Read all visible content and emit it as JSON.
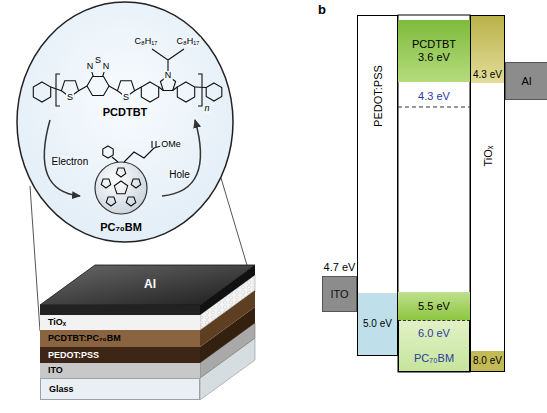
{
  "diagram": {
    "nodes": [
      {
        "text": [
          "PCDTBT"
        ]
      },
      {
        "text": [
          "PC₇₀BM"
        ]
      },
      {
        "text": [
          "Al"
        ]
      },
      {
        "text": [
          "TiOₓ"
        ]
      },
      {
        "text": [
          "PCDTBT:PC₇₀BM"
        ]
      },
      {
        "text": [
          "PEDOT:PSS"
        ]
      },
      {
        "text": [
          "ITO"
        ]
      },
      {
        "text": [
          "Glass"
        ]
      },
      {
        "text": [
          "4.7 eV",
          "ITO"
        ]
      },
      {
        "text": [
          "PEDOT:PSS"
        ]
      },
      {
        "text": [
          "5.0 eV"
        ],
        "in": 9
      },
      {
        "text": [
          "PCDTBT",
          "3.6 eV"
        ]
      },
      {
        "text": [
          "5.5 eV"
        ]
      },
      {
        "text": [
          "6.0 eV",
          "PC₇₀BM"
        ]
      },
      {
        "text": [
          "TiOₓ"
        ]
      },
      {
        "text": [
          "4.3 eV"
        ],
        "in": 14
      },
      {
        "text": [
          "8.0 eV"
        ],
        "in": 14
      },
      {
        "text": [
          "Al"
        ]
      }
    ],
    "edges": [
      {
        "from": 0,
        "to": 1,
        "arrow": "to",
        "label": "Electron"
      },
      {
        "from": 1,
        "to": 0,
        "arrow": "to",
        "label": "Hole"
      }
    ],
    "labels": [
      "C₈H₁₇",
      "C₈H₁₇",
      "N",
      "S",
      "N",
      "S",
      "S",
      "N",
      "n",
      "OMe",
      "b",
      "4.3 eV"
    ]
  }
}
